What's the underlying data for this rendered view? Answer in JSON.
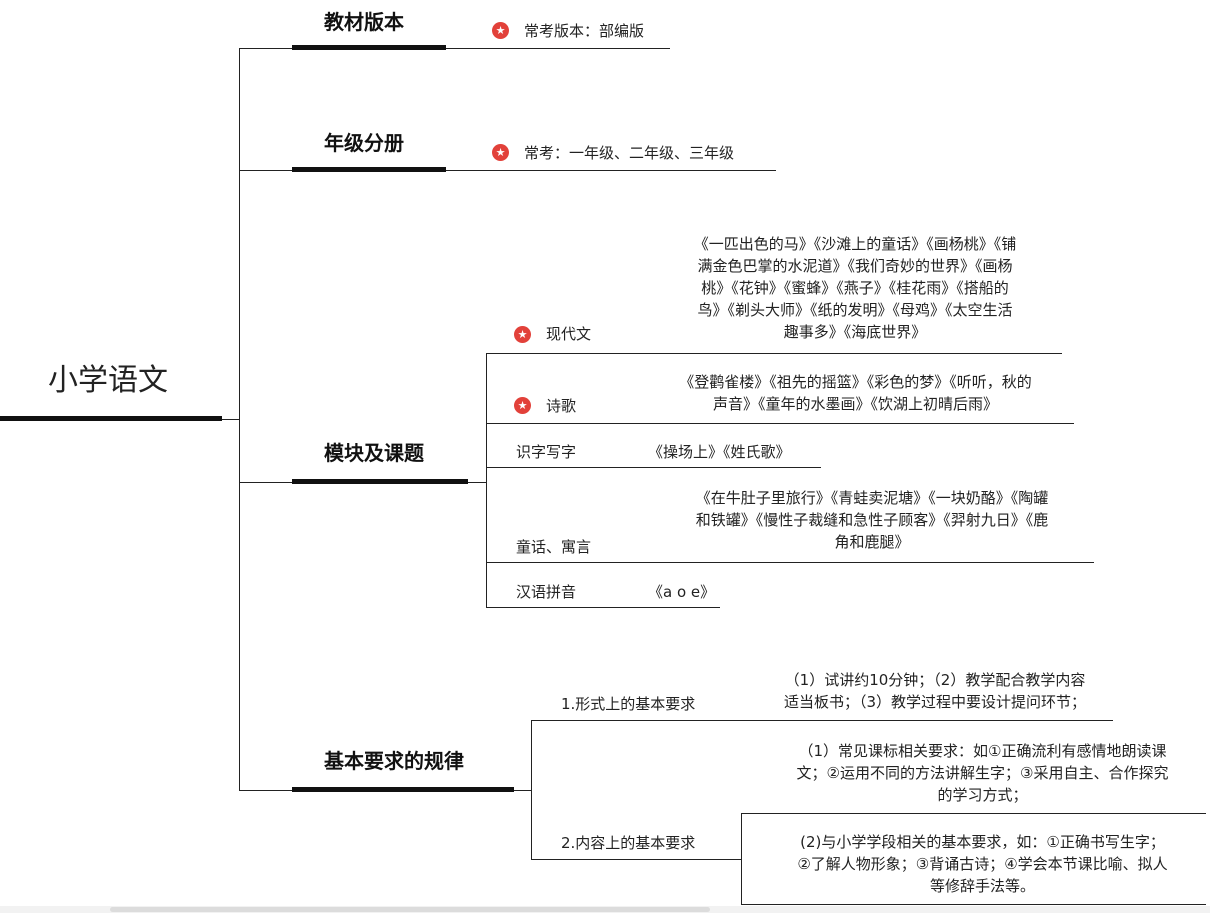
{
  "root": {
    "title": "小学语文"
  },
  "branches": {
    "edition": {
      "title": "教材版本",
      "item": {
        "star": true,
        "icon": "star-badge-icon",
        "text": "常考版本：部编版"
      }
    },
    "grade": {
      "title": "年级分册",
      "item": {
        "star": true,
        "icon": "star-badge-icon",
        "text": "常考：一年级、二年级、三年级"
      }
    },
    "modules": {
      "title": "模块及课题",
      "items": [
        {
          "star": true,
          "label": "现代文",
          "lines": [
            "《一匹出色的马》《沙滩上的童话》《画杨桃》《铺",
            "满金色巴掌的水泥道》《我们奇妙的世界》《画杨",
            "桃》《花钟》《蜜蜂》《燕子》《桂花雨》《搭船的",
            "鸟》《剃头大师》《纸的发明》《母鸡》《太空生活",
            "趣事多》《海底世界》"
          ]
        },
        {
          "star": true,
          "label": "诗歌",
          "lines": [
            "《登鹳雀楼》《祖先的摇篮》《彩色的梦》《听听，秋的",
            "声音》《童年的水墨画》《饮湖上初晴后雨》"
          ]
        },
        {
          "star": false,
          "label": "识字写字",
          "lines": [
            "《操场上》《姓氏歌》"
          ]
        },
        {
          "star": false,
          "label": "童话、寓言",
          "lines": [
            "《在牛肚子里旅行》《青蛙卖泥塘》《一块奶酪》《陶罐",
            "和铁罐》《慢性子裁缝和急性子顾客》《羿射九日》《鹿",
            "角和鹿腿》"
          ]
        },
        {
          "star": false,
          "label": "汉语拼音",
          "lines": [
            "《a o e》"
          ]
        }
      ]
    },
    "requirements": {
      "title": "基本要求的规律",
      "form": {
        "label": "1.形式上的基本要求",
        "lines": [
          "（1）试讲约10分钟；（2）教学配合教学内容",
          "适当板书；（3）教学过程中要设计提问环节；"
        ]
      },
      "content": {
        "label": "2.内容上的基本要求",
        "sub1": [
          "（1）常见课标相关要求：如①正确流利有感情地朗读课",
          "文；②运用不同的方法讲解生字；③采用自主、合作探究",
          "的学习方式；"
        ],
        "sub2": [
          "(2)与小学学段相关的基本要求，如：①正确书写生字；",
          "②了解人物形象；③背诵古诗；④学会本节课比喻、拟人",
          "等修辞手法等。"
        ]
      }
    }
  },
  "colors": {
    "star": "#e2413a",
    "line": "#222222",
    "text": "#222222"
  }
}
